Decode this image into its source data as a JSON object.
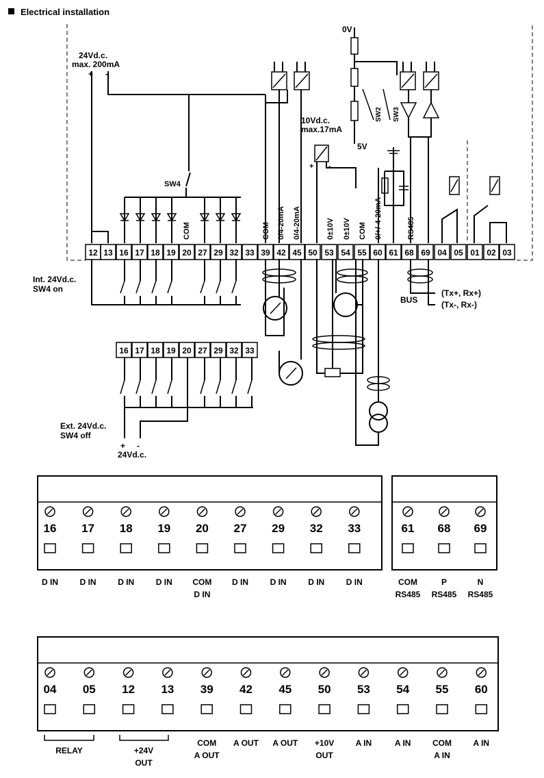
{
  "heading": "Electrical installation",
  "supply_24v_label": "24Vd.c.",
  "supply_24v_max": "max. 200mA",
  "supply_10v_label": "10Vd.c.",
  "supply_10v_max": "max.17mA",
  "zero_volt_label": "0V",
  "five_volt_label": "5V",
  "switches": [
    "SW2",
    "SW3",
    "SW4"
  ],
  "terminal_strip": [
    "12",
    "13",
    "16",
    "17",
    "18",
    "19",
    "20",
    "27",
    "29",
    "32",
    "33",
    "39",
    "42",
    "45",
    "50",
    "53",
    "54",
    "55",
    "60",
    "61",
    "68",
    "69",
    "04",
    "05",
    "01",
    "02",
    "03"
  ],
  "vertical_labels": {
    "com_20": "COM",
    "com_39": "COM",
    "out_42": "0/4-20mA",
    "out_45": "0/4-20mA",
    "in_53": "0±10V",
    "in_54": "0±10V",
    "com_55": "COM",
    "in_60": "0/+/-4-20mA",
    "rs485_68": "RS485"
  },
  "int_supply_note": [
    "Int. 24Vd.c.",
    "SW4 on"
  ],
  "ext_supply_note": [
    "Ext. 24Vd.c.",
    "SW4 off"
  ],
  "ext_supply_voltage": "24Vd.c.",
  "ext_terminal_strip": [
    "16",
    "17",
    "18",
    "19",
    "20",
    "27",
    "29",
    "32",
    "33"
  ],
  "bus_label": "BUS",
  "bus_tx_plus": "(Tx+, Rx+)",
  "bus_tx_minus": "(Tx-, Rx-)",
  "plus_sign": "+",
  "minus_sign": "-",
  "block_top_main": {
    "numbers": [
      "16",
      "17",
      "18",
      "19",
      "20",
      "27",
      "29",
      "32",
      "33"
    ],
    "labels": [
      [
        "D IN"
      ],
      [
        "D IN"
      ],
      [
        "D IN"
      ],
      [
        "D IN"
      ],
      [
        "COM",
        "D IN"
      ],
      [
        "D IN"
      ],
      [
        "D IN"
      ],
      [
        "D IN"
      ],
      [
        "D IN"
      ]
    ]
  },
  "block_top_rs485": {
    "numbers": [
      "61",
      "68",
      "69"
    ],
    "labels": [
      [
        "COM",
        "RS485"
      ],
      [
        "P",
        "RS485"
      ],
      [
        "N",
        "RS485"
      ]
    ]
  },
  "block_bottom": {
    "numbers": [
      "04",
      "05",
      "12",
      "13",
      "39",
      "42",
      "45",
      "50",
      "53",
      "54",
      "55",
      "60"
    ],
    "labels": [
      [
        ""
      ],
      [
        ""
      ],
      [
        ""
      ],
      [
        ""
      ],
      [
        "COM",
        "A OUT"
      ],
      [
        "A OUT"
      ],
      [
        "A OUT"
      ],
      [
        "+10V",
        "OUT"
      ],
      [
        "A IN"
      ],
      [
        "A IN"
      ],
      [
        "COM",
        "A IN"
      ],
      [
        "A IN"
      ]
    ],
    "group_labels": [
      [
        "RELAY"
      ],
      [
        "+24V",
        "OUT"
      ]
    ]
  }
}
